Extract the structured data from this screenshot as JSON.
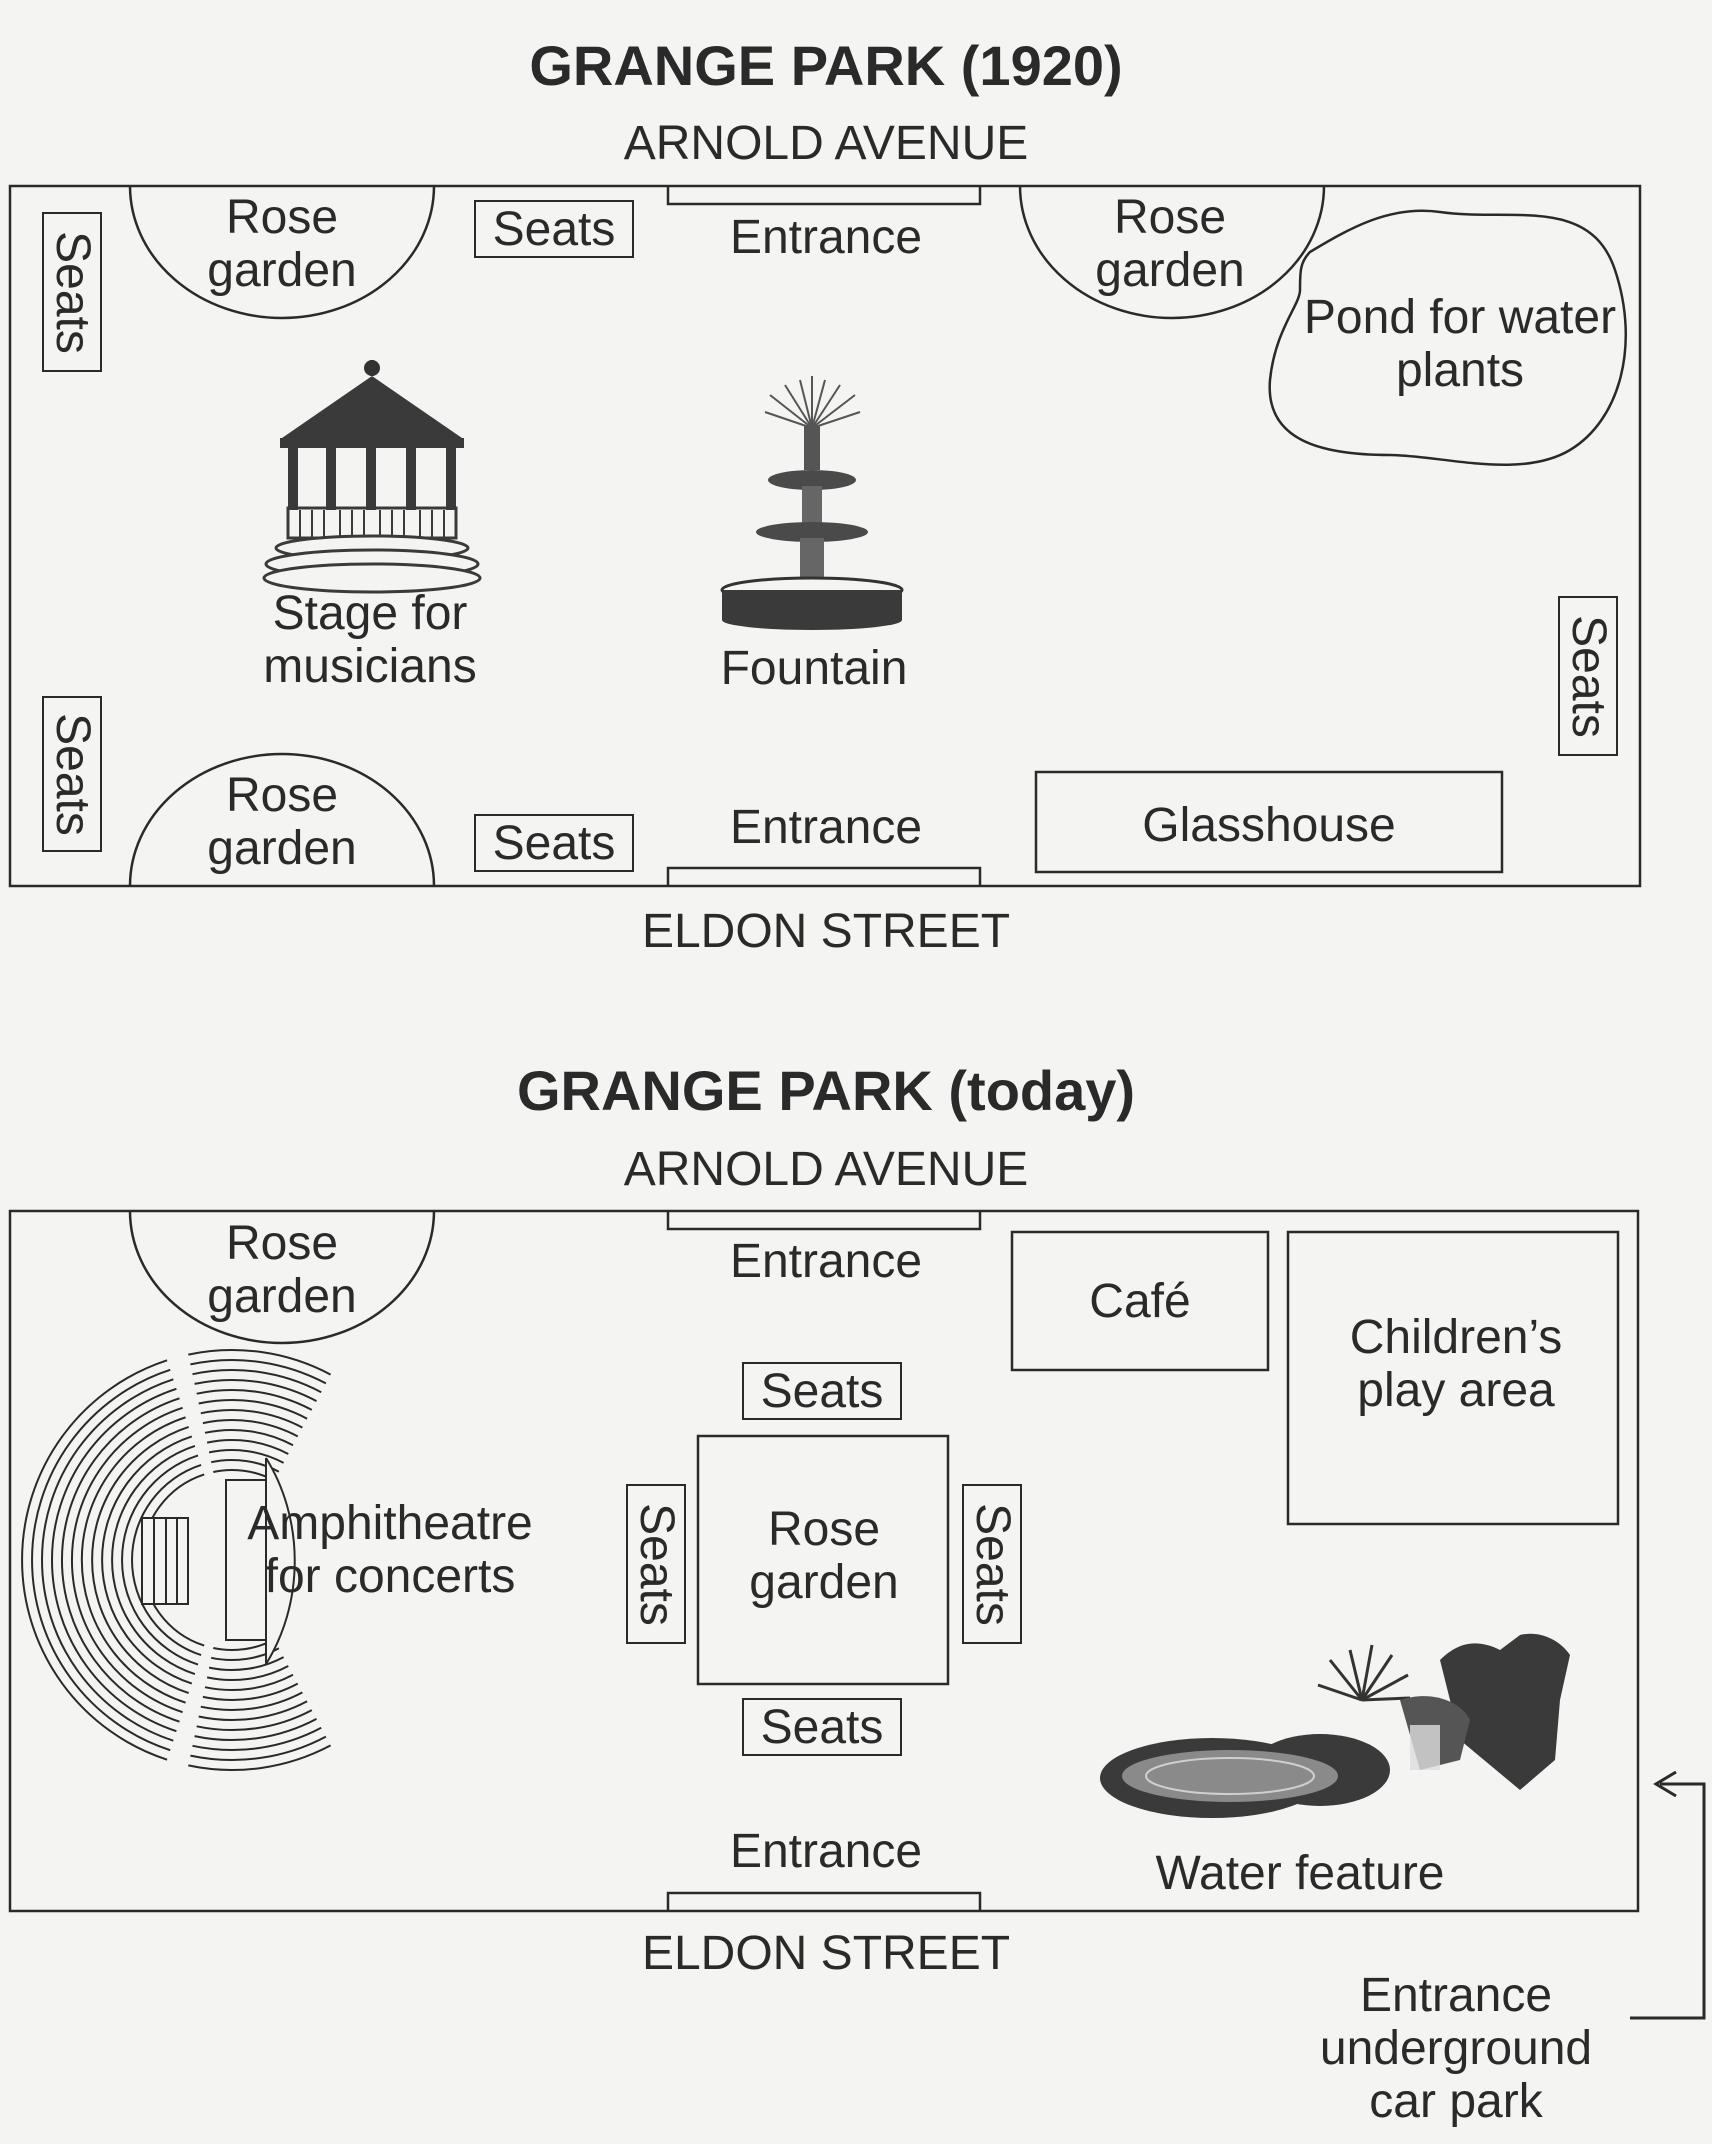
{
  "maps": [
    {
      "title": "GRANGE PARK (1920)",
      "north_road": "ARNOLD AVENUE",
      "south_road": "ELDON STREET",
      "features": {
        "rose_garden_nw": "Rose garden",
        "rose_garden_ne": "Rose garden",
        "rose_garden_sw": "Rose garden",
        "seats_top": "Seats",
        "seats_bottom": "Seats",
        "seats_left_top": "Seats",
        "seats_left_bottom": "Seats",
        "seats_right": "Seats",
        "entrance_north": "Entrance",
        "entrance_south": "Entrance",
        "pond": "Pond for water plants",
        "stage": "Stage for musicians",
        "fountain": "Fountain",
        "glasshouse": "Glasshouse"
      }
    },
    {
      "title": "GRANGE PARK (today)",
      "north_road": "ARNOLD AVENUE",
      "south_road": "ELDON STREET",
      "features": {
        "rose_garden_nw": "Rose garden",
        "rose_garden_center": "Rose garden",
        "entrance_north": "Entrance",
        "entrance_south": "Entrance",
        "cafe": "Café",
        "play_area": "Children’s play area",
        "amphitheatre": "Amphitheatre for concerts",
        "seats_top": "Seats",
        "seats_bottom": "Seats",
        "seats_left": "Seats",
        "seats_right": "Seats",
        "water_feature": "Water feature",
        "car_park": "Entrance underground car park"
      }
    }
  ],
  "icons": [
    "bandstand-icon",
    "fountain-icon",
    "amphitheatre-icon",
    "water-feature-icon",
    "arrow-icon"
  ]
}
